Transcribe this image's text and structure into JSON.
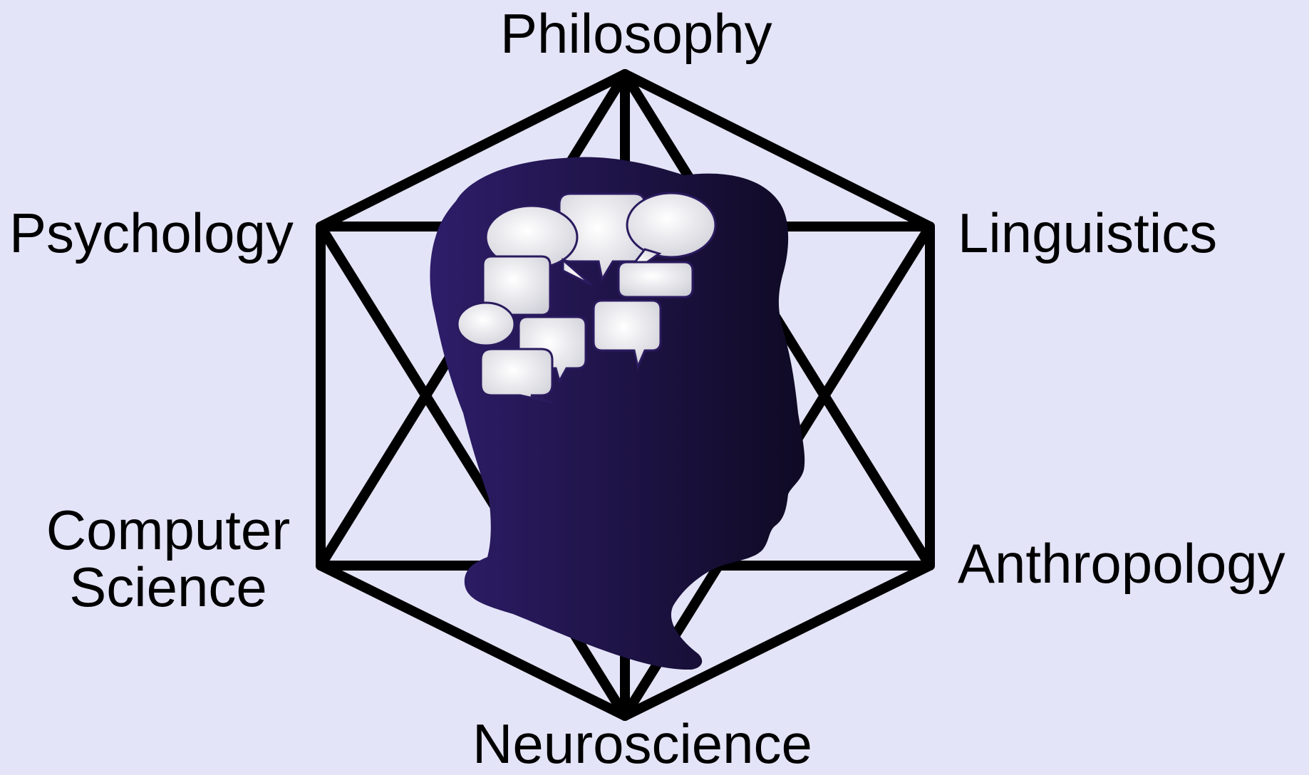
{
  "diagram": {
    "nodes": {
      "top": "Philosophy",
      "upper_left": "Psychology",
      "upper_right": "Linguistics",
      "lower_left_line1": "Computer",
      "lower_left_line2": "Science",
      "lower_right": "Anthropology",
      "bottom": "Neuroscience"
    },
    "colors": {
      "background": "#e4e4f8",
      "lines": "#000000",
      "head": "#1b1140",
      "head_light": "#2e1d6a",
      "bubbles": "#e8e8ee"
    },
    "icons": [
      "hexagram-with-hexagon",
      "head-silhouette",
      "speech-bubbles-icon"
    ]
  }
}
